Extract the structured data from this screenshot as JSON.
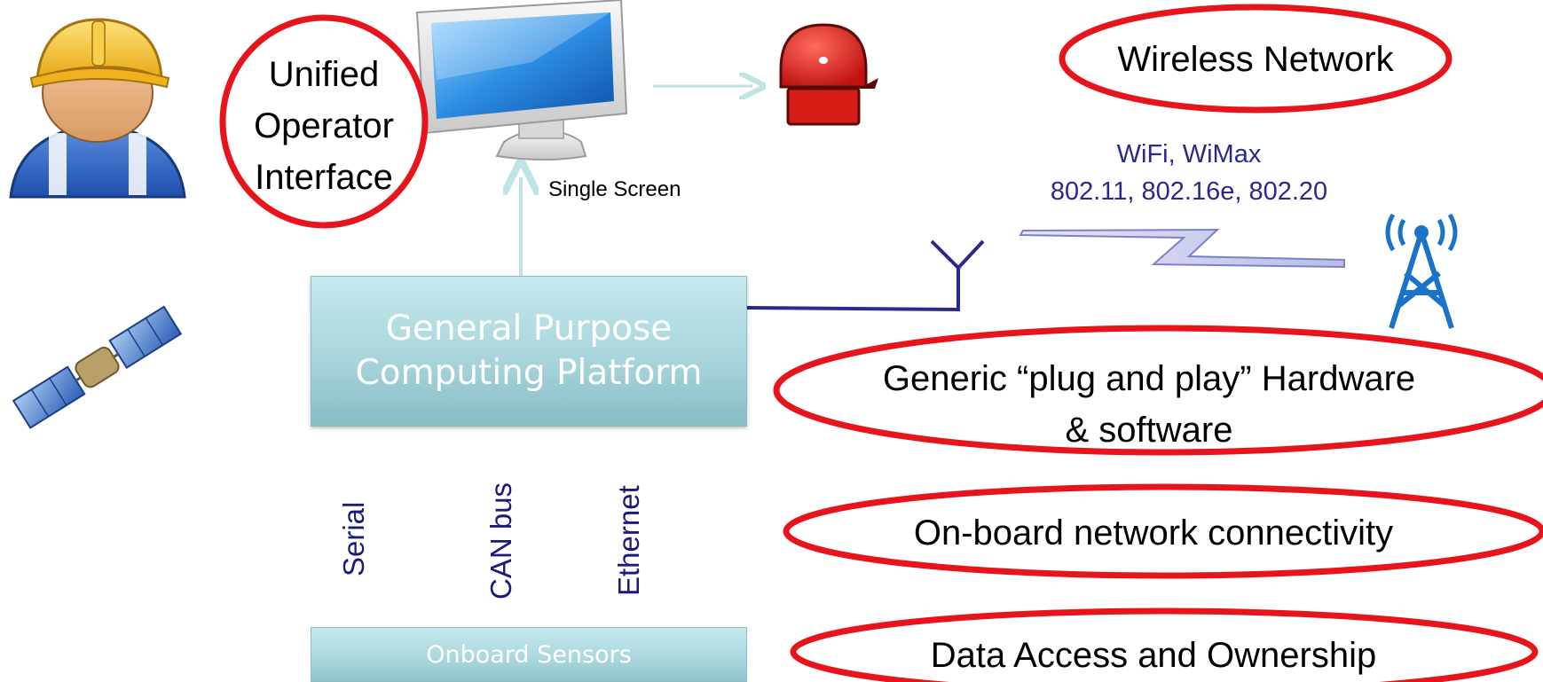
{
  "colors": {
    "oval_outline": "#e8141b",
    "platform_fill": "#a8d5db",
    "navy_line": "#2a2a8a",
    "connector_arrow": "#bfe3e6"
  },
  "icons": [
    "worker-icon",
    "satellite-icon",
    "monitor-icon",
    "alarm-bell-icon",
    "antenna-icon",
    "lightning-link-icon",
    "radio-tower-icon"
  ],
  "operator": {
    "label_lines": [
      "Unified",
      "Operator",
      "Interface"
    ]
  },
  "monitor": {
    "caption": "Single Screen"
  },
  "platform": {
    "line1": "General Purpose",
    "line2": "Computing Platform"
  },
  "sensors": {
    "label": "Onboard Sensors"
  },
  "connections": [
    "Serial",
    "CAN bus",
    "Ethernet"
  ],
  "wireless": {
    "title": "Wireless Network",
    "standards_line1": "WiFi, WiMax",
    "standards_line2": "802.11, 802.16e, 802.20"
  },
  "features": {
    "plug_and_play_line1": "Generic “plug and play” Hardware",
    "plug_and_play_line2": "& software",
    "network": "On-board network connectivity",
    "data": "Data Access and Ownership"
  }
}
